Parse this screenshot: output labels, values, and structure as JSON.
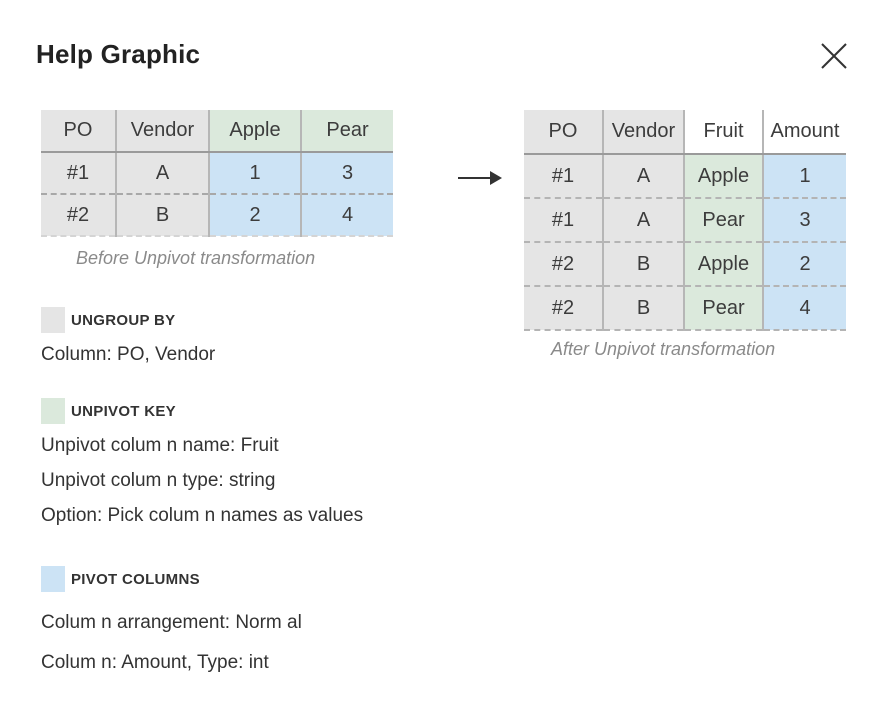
{
  "dialog": {
    "title": "Help Graphic",
    "close_icon": "close-icon"
  },
  "before_table": {
    "headers": [
      "PO",
      "Vendor",
      "Apple",
      "Pear"
    ],
    "rows": [
      [
        "#1",
        "A",
        "1",
        "3"
      ],
      [
        "#2",
        "B",
        "2",
        "4"
      ]
    ],
    "caption": "Before Unpivot transformation"
  },
  "arrow_icon": "right-arrow-icon",
  "after_table": {
    "headers": [
      "PO",
      "Vendor",
      "Fruit",
      "Amount"
    ],
    "rows": [
      [
        "#1",
        "A",
        "Apple",
        "1"
      ],
      [
        "#1",
        "A",
        "Pear",
        "3"
      ],
      [
        "#2",
        "B",
        "Apple",
        "2"
      ],
      [
        "#2",
        "B",
        "Pear",
        "4"
      ]
    ],
    "caption": "After Unpivot transformation"
  },
  "legend": {
    "ungroup": {
      "heading": "UNGROUP BY",
      "color": "#e5e5e5",
      "lines": [
        "Column: PO, Vendor"
      ]
    },
    "unpivot_key": {
      "heading": "UNPIVOT KEY",
      "color": "#dbe9dc",
      "lines": [
        "Unpivot colum n name: Fruit",
        "Unpivot colum n type: string",
        "Option: Pick colum n names as values"
      ]
    },
    "pivot_columns": {
      "heading": "PIVOT COLUMNS",
      "color": "#cce3f5",
      "lines": [
        "Colum n arrangement: Norm al",
        "Colum n: Amount, Type: int"
      ]
    }
  },
  "colors": {
    "ungroup_gray": "#e5e5e5",
    "key_green": "#dbe9dc",
    "pivot_blue": "#cce3f5"
  }
}
